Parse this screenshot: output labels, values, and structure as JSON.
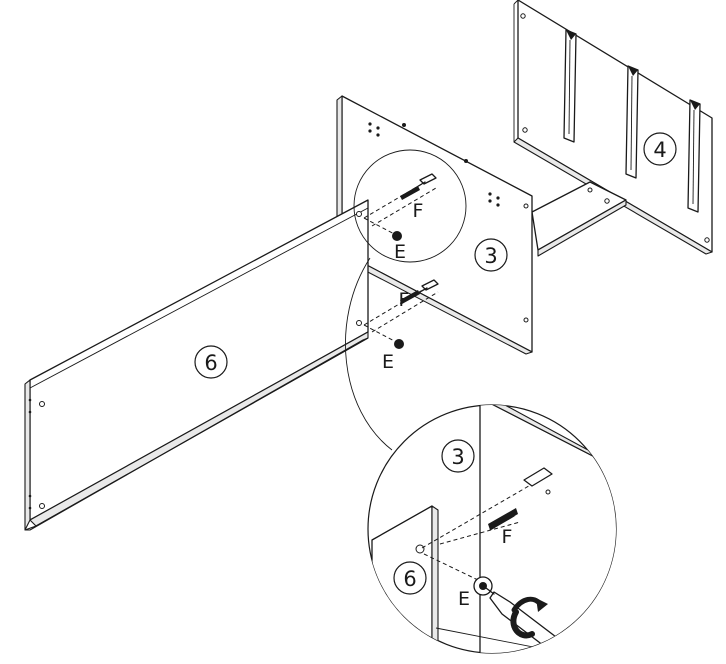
{
  "panels": {
    "panel_3": "3",
    "panel_4": "4",
    "panel_6": "6"
  },
  "detail": {
    "panel_3": "3",
    "panel_6": "6",
    "fitting_e": "E",
    "fitting_f": "F"
  },
  "fittings": {
    "upper_f": "F",
    "upper_e": "E",
    "lower_f": "F",
    "lower_e": "E"
  }
}
